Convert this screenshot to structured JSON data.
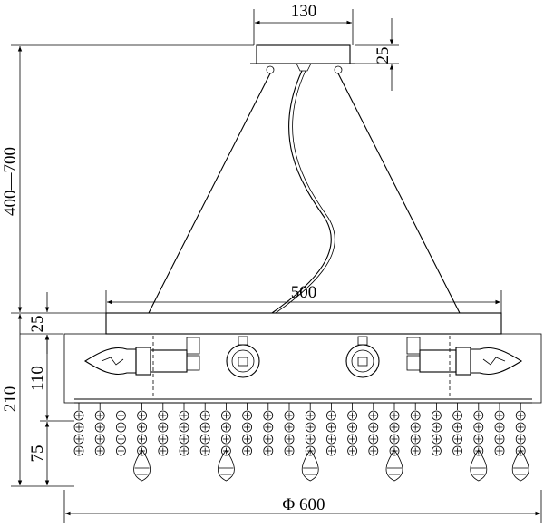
{
  "dimensions": {
    "canopy_width": "130",
    "canopy_height": "25",
    "suspension_length": "400—700",
    "frame_width": "500",
    "frame_height": "25",
    "body_height": "110",
    "total_height": "210",
    "crystal_drop": "75",
    "diameter": "Φ 600"
  },
  "components": {
    "canopy": "ceiling-canopy",
    "cables": "suspension-cables",
    "cord": "power-cord",
    "frame": "top-frame-bar",
    "bulbs": "candle-bulbs",
    "sockets": "lamp-sockets",
    "crystals": "crystal-strands"
  }
}
